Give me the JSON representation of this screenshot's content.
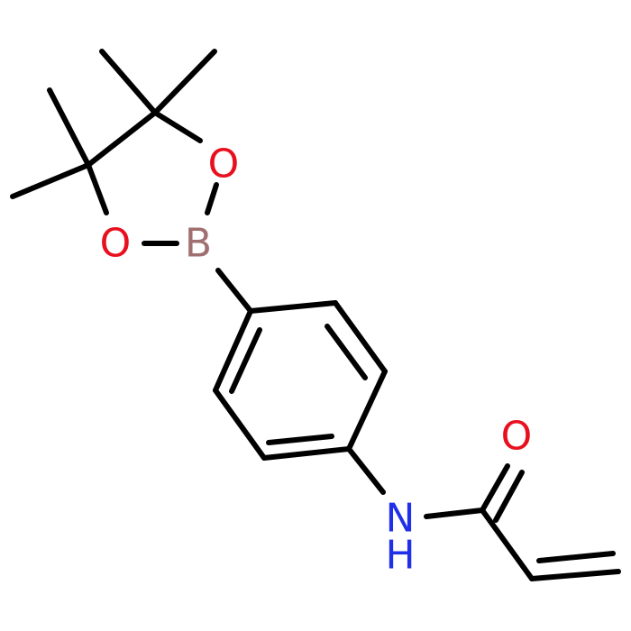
{
  "molecule": {
    "atoms": [
      {
        "id": "O1",
        "symbol": "O",
        "color": "#e8101e"
      },
      {
        "id": "O2",
        "symbol": "O",
        "color": "#e8101e"
      },
      {
        "id": "B",
        "symbol": "B",
        "color": "#a07070"
      },
      {
        "id": "O3",
        "symbol": "O",
        "color": "#e8101e"
      },
      {
        "id": "N",
        "symbol": "N",
        "color": "#2030e8"
      },
      {
        "id": "H",
        "symbol": "H",
        "color": "#2030e8"
      }
    ],
    "bond_color": "#000000"
  }
}
